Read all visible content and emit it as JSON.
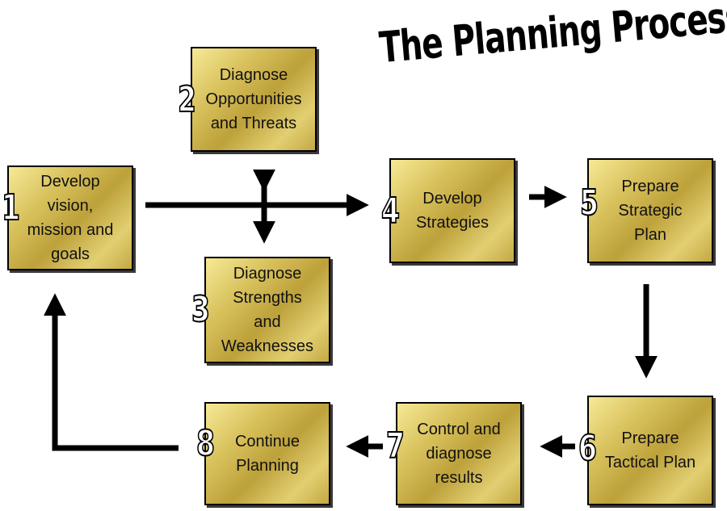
{
  "title": "The Planning Process",
  "steps": [
    {
      "number": "1",
      "label": "Develop\nvision,\nmission and\ngoals"
    },
    {
      "number": "2",
      "label": "Diagnose\nOpportunities\nand Threats"
    },
    {
      "number": "3",
      "label": "Diagnose\nStrengths\nand\nWeaknesses"
    },
    {
      "number": "4",
      "label": "Develop\nStrategies"
    },
    {
      "number": "5",
      "label": "Prepare\nStrategic\nPlan"
    },
    {
      "number": "6",
      "label": "Prepare\nTactical Plan"
    },
    {
      "number": "7",
      "label": "Control and\ndiagnose\nresults"
    },
    {
      "number": "8",
      "label": "Continue\nPlanning"
    }
  ],
  "colors": {
    "box_fill": "#d8c15c",
    "border": "#000000",
    "arrow": "#000000"
  }
}
